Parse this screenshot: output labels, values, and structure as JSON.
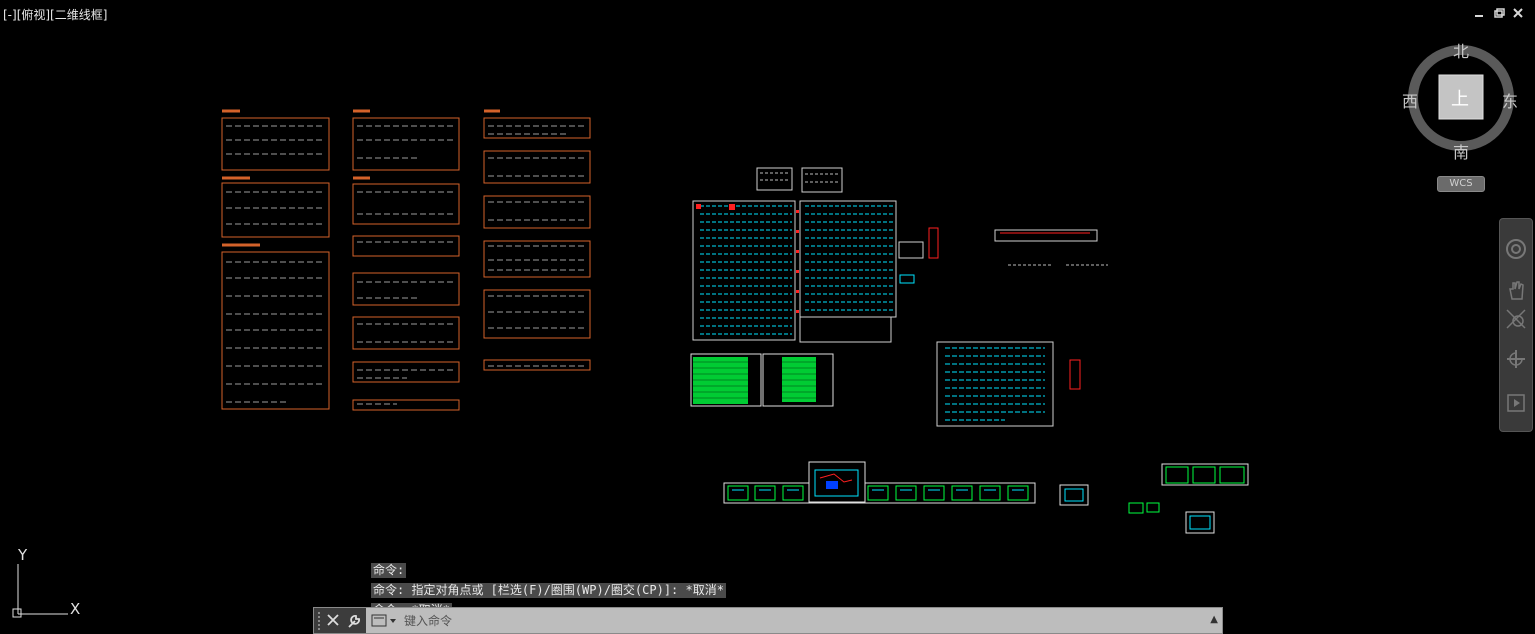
{
  "viewport": {
    "label": "[-][俯视][二维线框]"
  },
  "window_controls": {
    "minimize": "minimize",
    "restore": "restore",
    "close": "close"
  },
  "viewcube": {
    "north": "北",
    "south": "南",
    "east": "东",
    "west": "西",
    "face": "上",
    "wcs": "WCS"
  },
  "navbar": {
    "icons": [
      "steering-wheel-icon",
      "pan-icon",
      "zoom-extents-icon",
      "orbit-icon",
      "showmotion-icon"
    ]
  },
  "ucs": {
    "y_axis": "Y",
    "x_axis": "X"
  },
  "command_history": [
    "命令:",
    "命令: 指定对角点或 [栏选(F)/圈围(WP)/圈交(CP)]: *取消*",
    "命令: *取消*"
  ],
  "command_bar": {
    "placeholder": "键入命令"
  },
  "colors": {
    "background": "#000000",
    "drawing_orange": "#d4622a",
    "drawing_cyan": "#00e5ff",
    "drawing_green": "#00ff40",
    "drawing_red": "#ff2020",
    "drawing_white": "#e0e0e0"
  }
}
